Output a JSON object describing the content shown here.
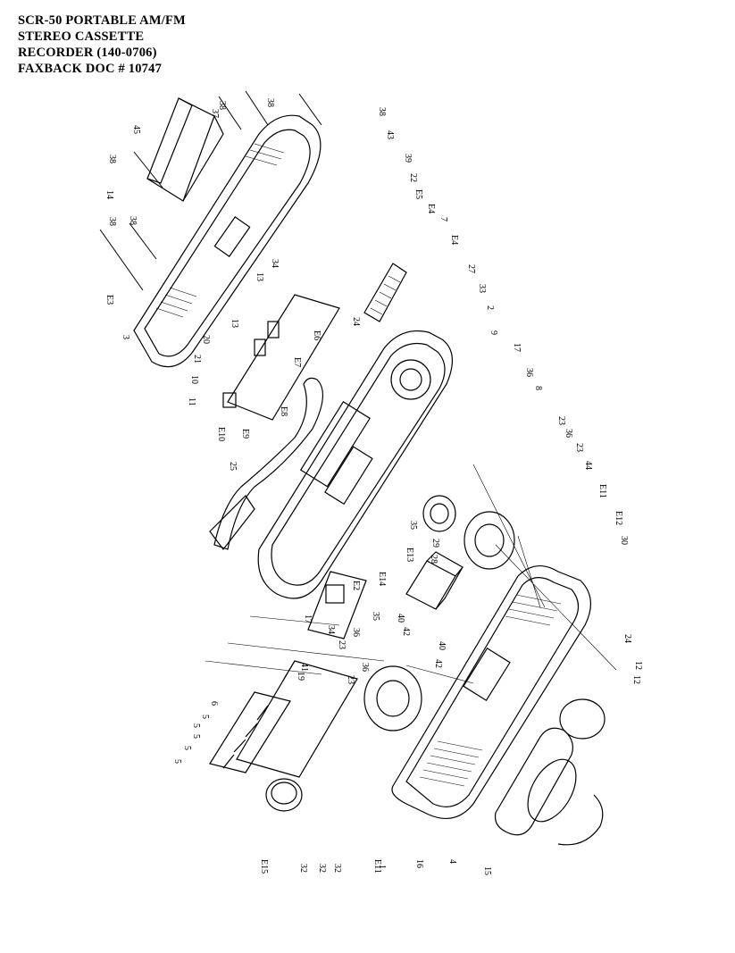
{
  "header": {
    "line1": "SCR-50 PORTABLE AM/FM",
    "line2": "STEREO CASSETTE",
    "line3": "RECORDER  (140-0706)",
    "line4": "FAXBACK DOC # 10747"
  },
  "callouts": [
    "38",
    "38",
    "38",
    "37",
    "45",
    "43",
    "39",
    "22",
    "E5",
    "E4",
    "E3",
    "14",
    "38",
    "38",
    "38",
    "3",
    "7",
    "E4",
    "27",
    "33",
    "2",
    "9",
    "17",
    "36",
    "8",
    "23",
    "36",
    "23",
    "44",
    "E11",
    "E12",
    "30",
    "12",
    "34",
    "13",
    "E6",
    "24",
    "E7",
    "20",
    "21",
    "13",
    "10",
    "11",
    "E10",
    "E9",
    "E8",
    "25",
    "35",
    "29",
    "28",
    "E13",
    "E14",
    "E2",
    "17",
    "34",
    "35",
    "36",
    "42",
    "40",
    "42",
    "40",
    "23",
    "41",
    "19",
    "36",
    "23",
    "6",
    "5",
    "5",
    "5",
    "5",
    "5",
    "E15",
    "32",
    "32",
    "32",
    "E11",
    "1",
    "16",
    "4",
    "15",
    "24",
    "12"
  ]
}
